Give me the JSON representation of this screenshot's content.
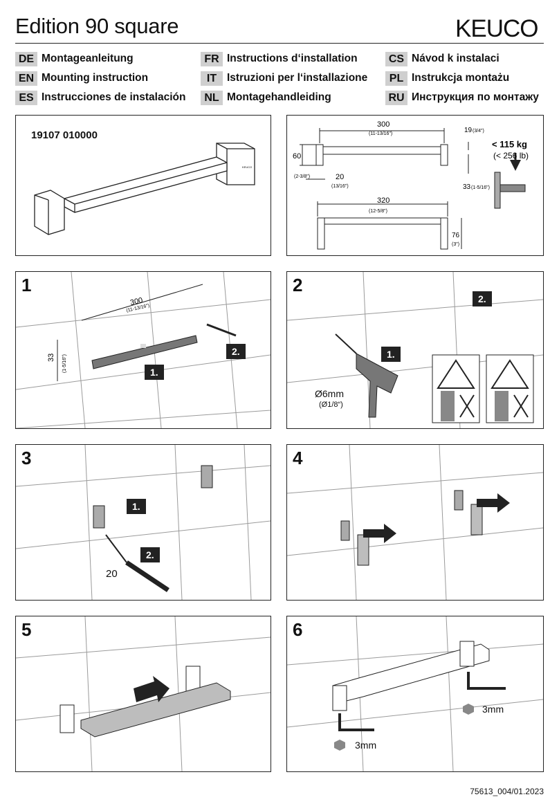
{
  "header": {
    "title": "Edition 90 square",
    "brand": "KEUCO"
  },
  "languages": [
    {
      "code": "DE",
      "text": "Montageanleitung"
    },
    {
      "code": "EN",
      "text": "Mounting instruction"
    },
    {
      "code": "ES",
      "text": "Instrucciones de instalación"
    },
    {
      "code": "FR",
      "text": "Instructions d‘installation"
    },
    {
      "code": "IT",
      "text": "Istruzioni per l‘installazione"
    },
    {
      "code": "NL",
      "text": "Montagehandleiding"
    },
    {
      "code": "CS",
      "text": "Návod k instalaci"
    },
    {
      "code": "PL",
      "text": "Instrukcja montażu"
    },
    {
      "code": "RU",
      "text": "Инструкция по монтажу"
    }
  ],
  "product": {
    "article_number": "19107 010000",
    "logo_mark": "KEUCO"
  },
  "dimensions": {
    "width_top": "300",
    "width_top_in": "(11-13/16\")",
    "height": "60",
    "height_in": "(2-3/8\")",
    "offset": "20",
    "offset_in": "(13/16\")",
    "depth_top": "19",
    "depth_top_in": "(3/4\")",
    "center": "33",
    "center_in": "(1-5/16\")",
    "width_bottom": "320",
    "width_bottom_in": "(12-5/8\")",
    "projection": "76",
    "projection_in": "(3\")",
    "load": "< 115 kg",
    "load_lb": "(< 256 lb)"
  },
  "steps": [
    {
      "num": "1",
      "dim_main": "300",
      "dim_main_in": "(11-13/16\")",
      "dim_side": "33",
      "dim_side_in": "(1-5/16\")",
      "badge1": "1.",
      "badge2": "2."
    },
    {
      "num": "2",
      "drill": "Ø6mm",
      "drill_in": "(Ø1/8“)",
      "badge1": "1.",
      "badge2": "2."
    },
    {
      "num": "3",
      "torx": "20",
      "badge1": "1.",
      "badge2": "2."
    },
    {
      "num": "4"
    },
    {
      "num": "5"
    },
    {
      "num": "6",
      "hex1": "3mm",
      "hex2": "3mm"
    }
  ],
  "footer": "75613_004/01.2023",
  "colors": {
    "badge": "#222222",
    "code_bg": "#cfcfcf",
    "tile_line": "#9a9a9a",
    "part_fill": "#bdbdbd"
  }
}
